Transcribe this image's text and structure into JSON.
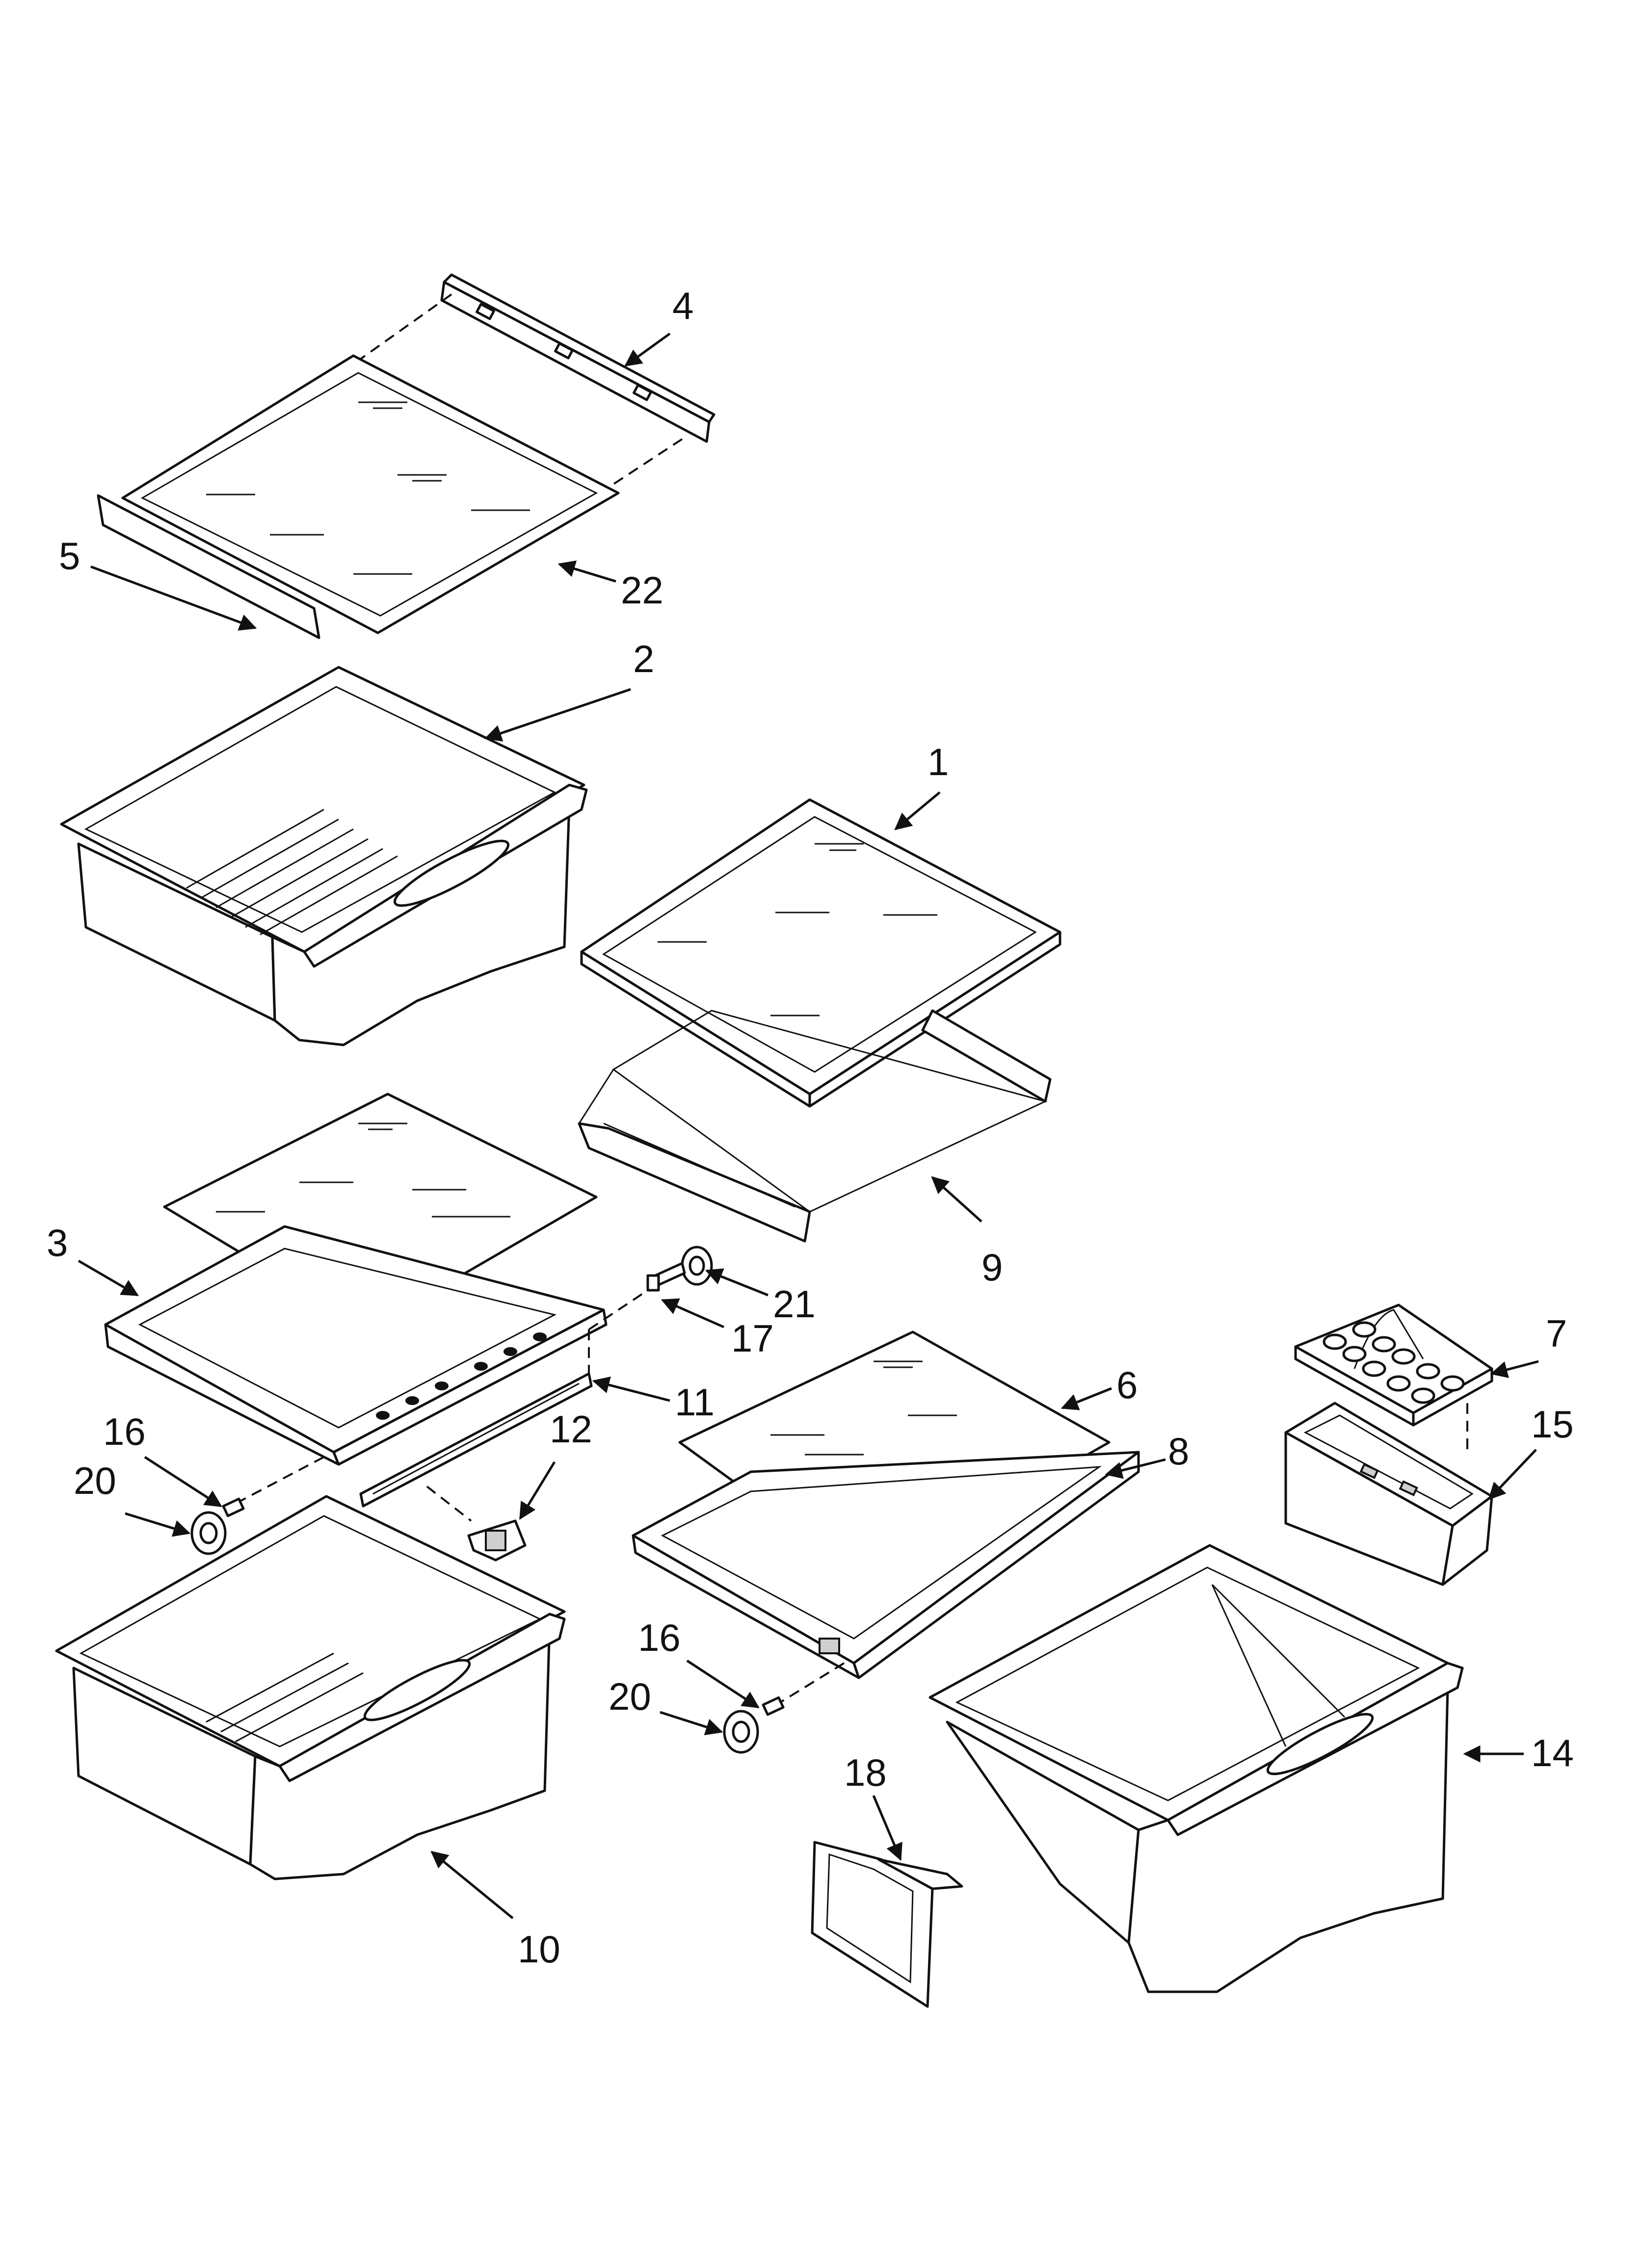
{
  "callouts": [
    {
      "id": "c4",
      "label": "4"
    },
    {
      "id": "c22",
      "label": "22"
    },
    {
      "id": "c2",
      "label": "2"
    },
    {
      "id": "c1",
      "label": "1"
    },
    {
      "id": "c5",
      "label": "5"
    },
    {
      "id": "c9",
      "label": "9"
    },
    {
      "id": "c3",
      "label": "3"
    },
    {
      "id": "c21",
      "label": "21"
    },
    {
      "id": "c17",
      "label": "17"
    },
    {
      "id": "c7",
      "label": "7"
    },
    {
      "id": "c11",
      "label": "11"
    },
    {
      "id": "c12",
      "label": "12"
    },
    {
      "id": "c6",
      "label": "6"
    },
    {
      "id": "c15",
      "label": "15"
    },
    {
      "id": "c8",
      "label": "8"
    },
    {
      "id": "c16a",
      "label": "16"
    },
    {
      "id": "c20a",
      "label": "20"
    },
    {
      "id": "c16b",
      "label": "16"
    },
    {
      "id": "c20b",
      "label": "20"
    },
    {
      "id": "c14",
      "label": "14"
    },
    {
      "id": "c18",
      "label": "18"
    },
    {
      "id": "c10",
      "label": "10"
    }
  ]
}
